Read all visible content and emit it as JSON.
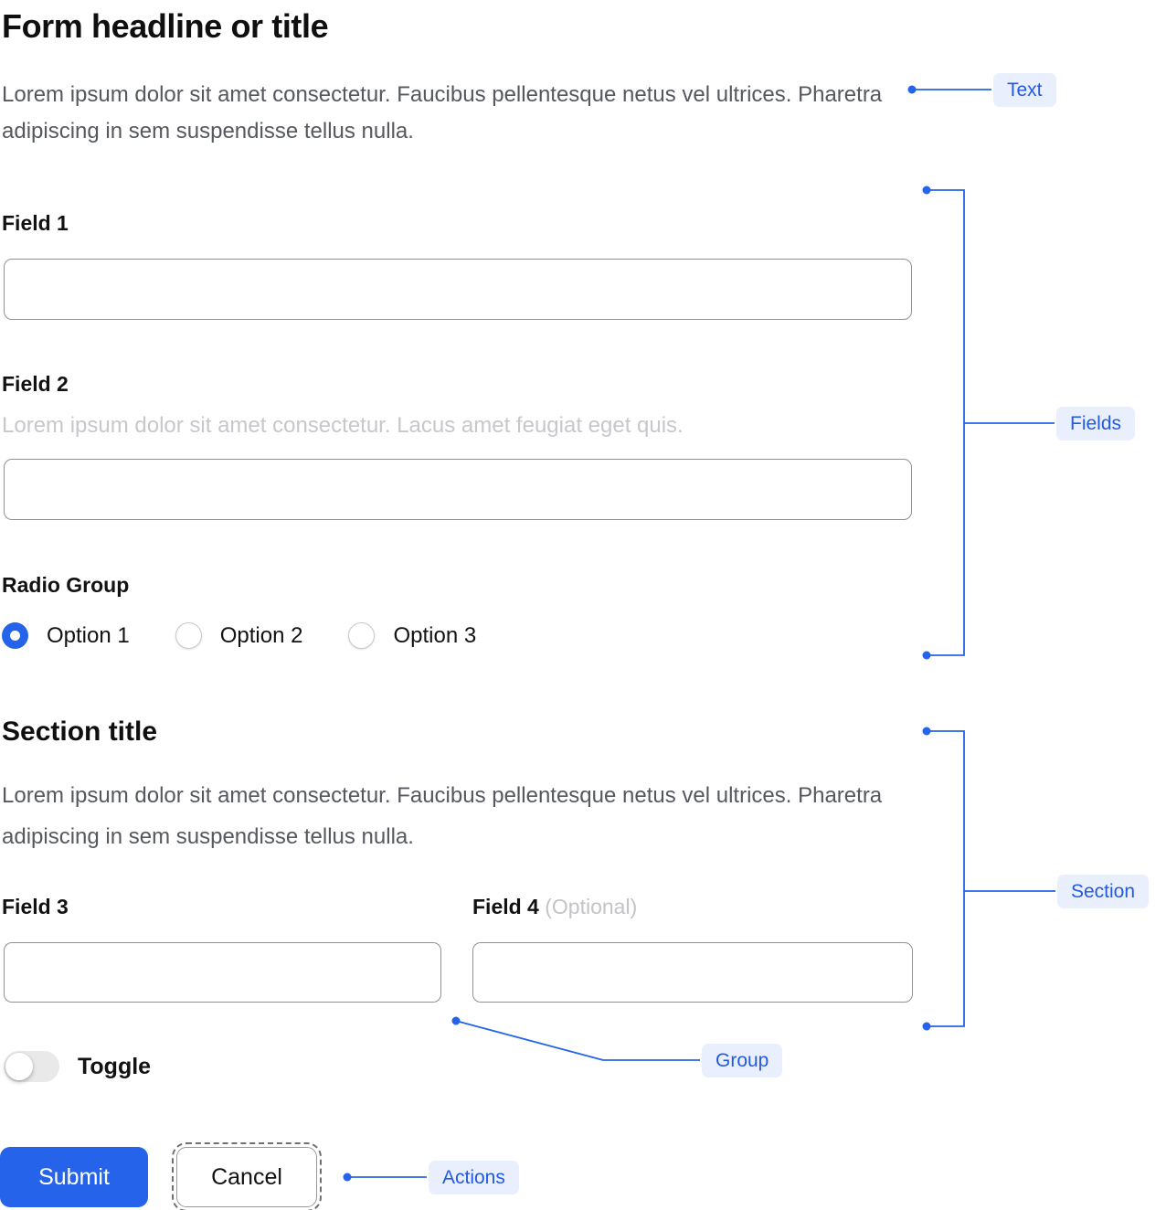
{
  "header": {
    "title": "Form headline or title",
    "description": "Lorem ipsum dolor sit amet consectetur. Faucibus pellentesque netus vel ultrices. Pharetra adipiscing in sem suspendisse tellus nulla."
  },
  "fields": {
    "field1": {
      "label": "Field 1",
      "value": ""
    },
    "field2": {
      "label": "Field 2",
      "help": "Lorem ipsum dolor sit amet consectetur. Lacus amet feugiat eget quis.",
      "value": ""
    },
    "radio_group": {
      "label": "Radio Group",
      "options": [
        {
          "label": "Option 1",
          "selected": true
        },
        {
          "label": "Option 2",
          "selected": false
        },
        {
          "label": "Option 3",
          "selected": false
        }
      ]
    }
  },
  "section": {
    "title": "Section title",
    "description": "Lorem ipsum dolor sit amet consectetur. Faucibus pellentesque netus vel ultrices. Pharetra adipiscing in sem suspendisse tellus nulla.",
    "field3": {
      "label": "Field 3",
      "value": ""
    },
    "field4": {
      "label": "Field 4",
      "optional_tag": "(Optional)",
      "value": ""
    },
    "toggle": {
      "label": "Toggle",
      "on": false
    }
  },
  "actions": {
    "submit_label": "Submit",
    "cancel_label": "Cancel"
  },
  "annotations": {
    "accent_color": "#2563eb",
    "badge_bg_color": "#e9effd",
    "labels": {
      "text": "Text",
      "fields": "Fields",
      "section": "Section",
      "group": "Group",
      "actions": "Actions"
    }
  }
}
